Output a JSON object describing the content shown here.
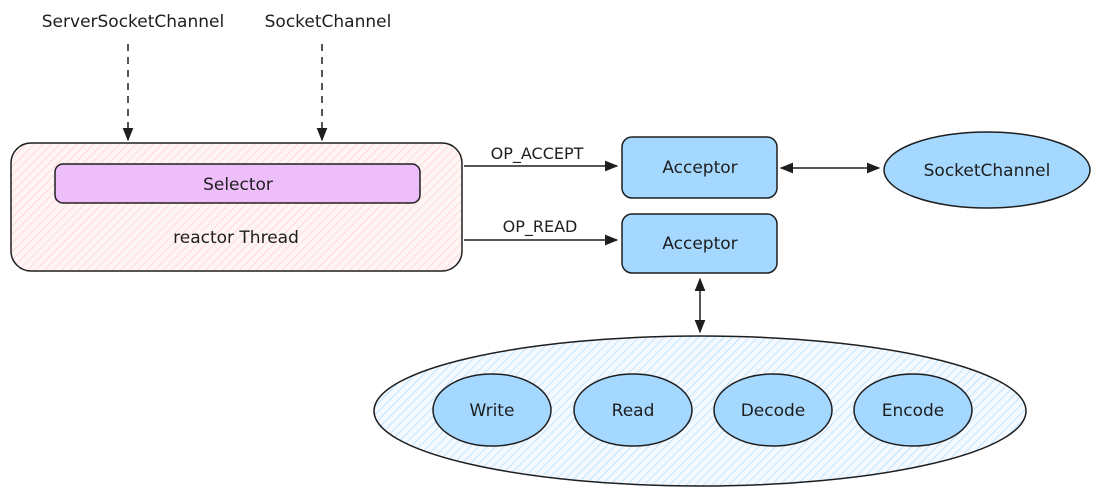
{
  "colors": {
    "stroke": "#1e1e1e",
    "reactor_fill": "#ffc9c9",
    "selector_fill": "#eebefa",
    "node_fill": "#a5d8ff",
    "pipeline_hatch": "#a5d8ff"
  },
  "labels": {
    "server_socket_channel": "ServerSocketChannel",
    "socket_channel_top": "SocketChannel",
    "selector": "Selector",
    "reactor_thread": "reactor Thread",
    "op_accept": "OP_ACCEPT",
    "op_read": "OP_READ",
    "acceptor_top": "Acceptor",
    "acceptor_bottom": "Acceptor",
    "socket_channel_node": "SocketChannel"
  },
  "pipeline": {
    "handlers": [
      "Write",
      "Read",
      "Decode",
      "Encode"
    ]
  }
}
